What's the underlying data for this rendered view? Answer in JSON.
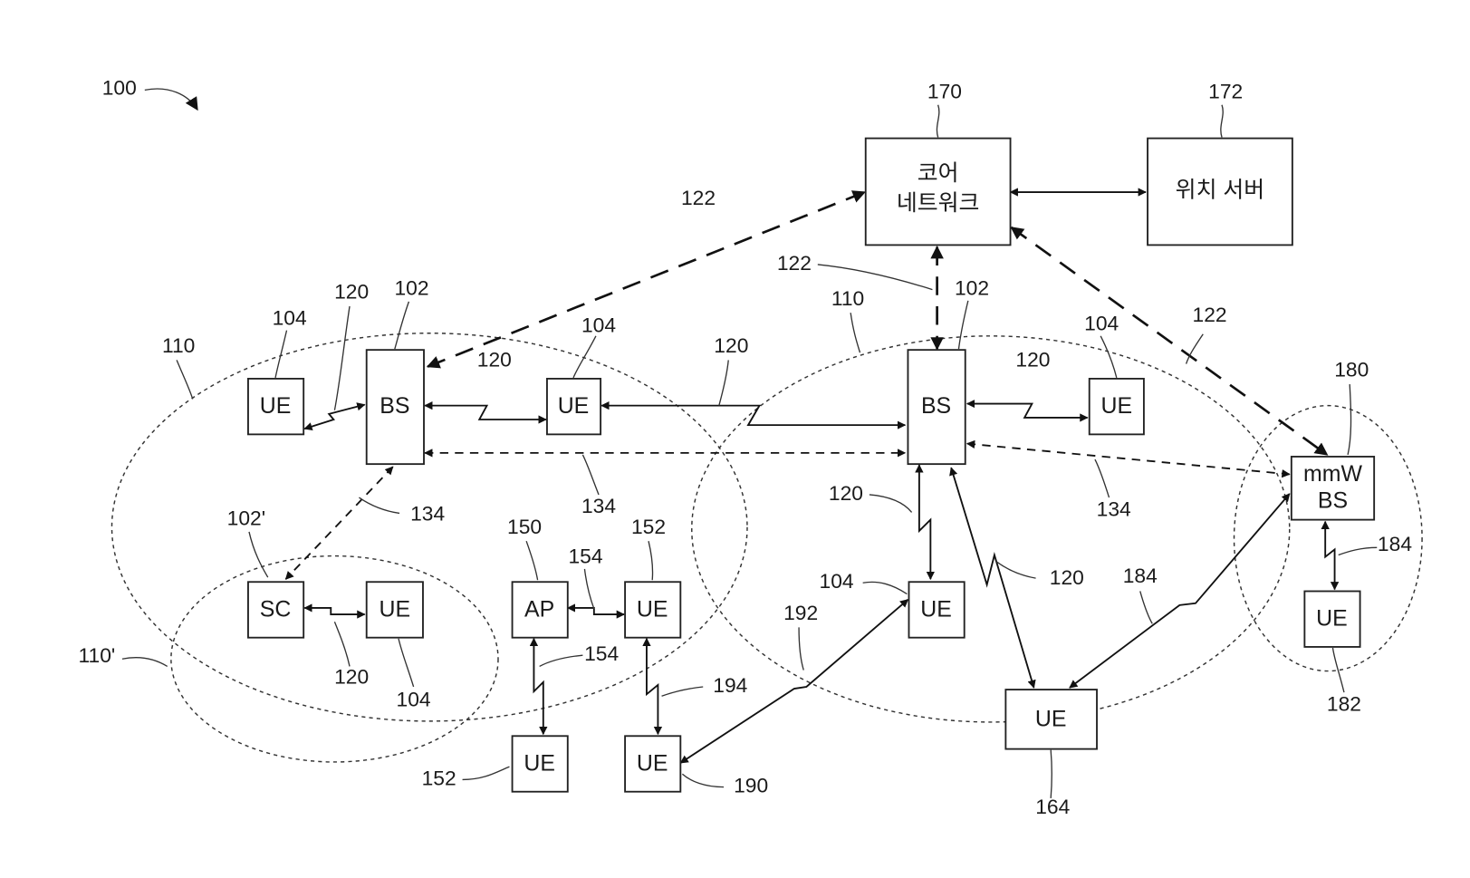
{
  "figure_number": "100",
  "boxes": {
    "core": [
      "코어",
      "네트워크"
    ],
    "location_server": "위치 서버",
    "bs": "BS",
    "ue": "UE",
    "sc": "SC",
    "ap": "AP",
    "mmw_bs": [
      "mmW",
      "BS"
    ]
  },
  "labels": {
    "l100": "100",
    "l170": "170",
    "l172": "172",
    "l122": "122",
    "l102": "102",
    "l104": "104",
    "l110": "110",
    "l110p": "110'",
    "l102p": "102'",
    "l120": "120",
    "l134": "134",
    "l150": "150",
    "l152": "152",
    "l154": "154",
    "l164": "164",
    "l180": "180",
    "l182": "182",
    "l184": "184",
    "l190": "190",
    "l192": "192",
    "l194": "194"
  }
}
